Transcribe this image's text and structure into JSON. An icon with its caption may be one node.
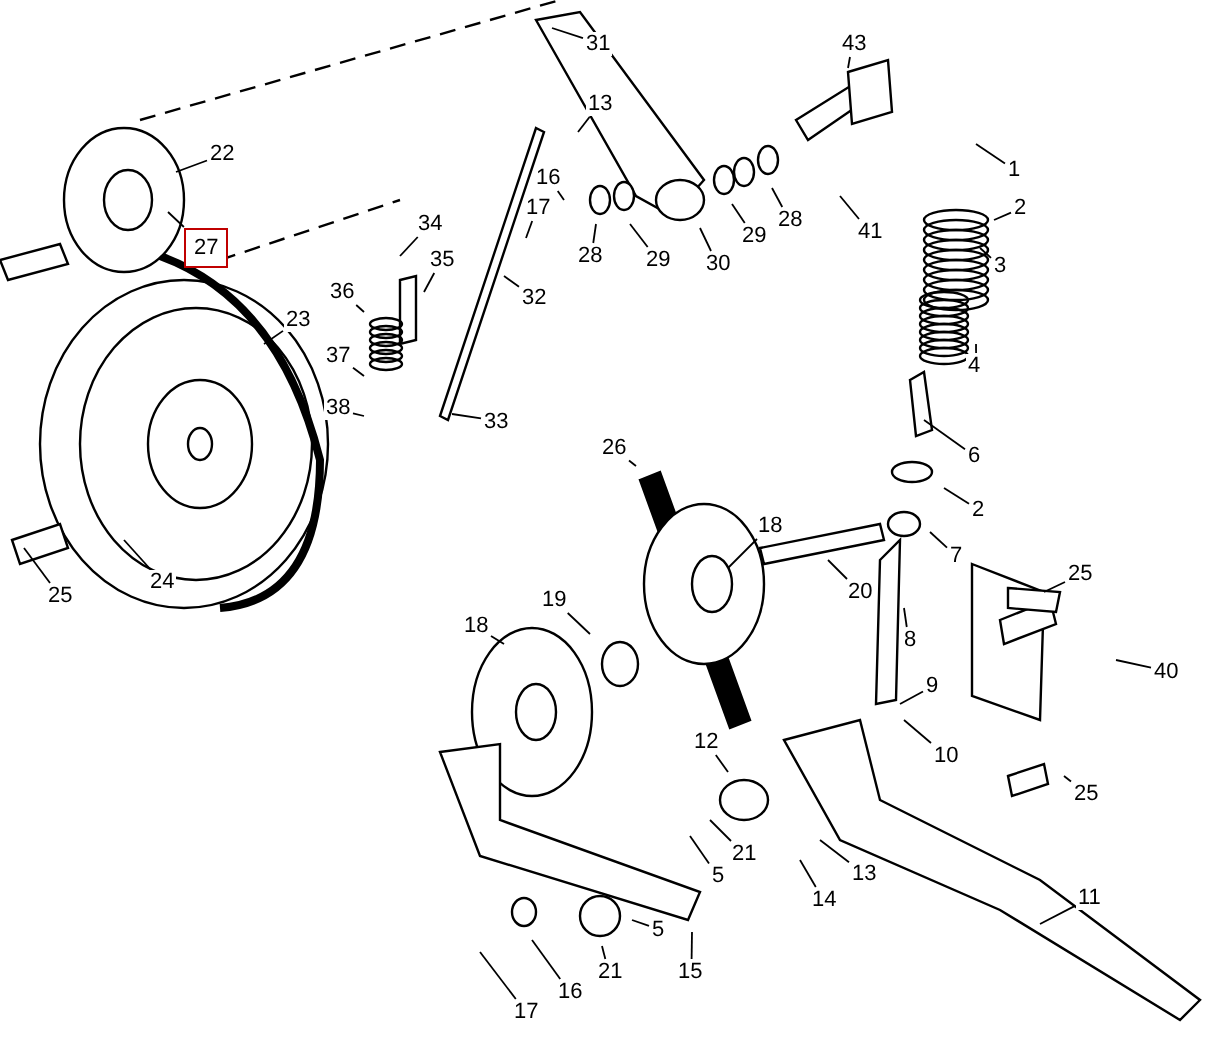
{
  "diagram": {
    "nodes": [
      {
        "text": [
          "31"
        ]
      },
      {
        "text": [
          "43"
        ]
      },
      {
        "text": [
          "13"
        ]
      },
      {
        "text": [
          "22"
        ]
      },
      {
        "text": [
          "1"
        ]
      },
      {
        "text": [
          "16"
        ]
      },
      {
        "text": [
          "2"
        ]
      },
      {
        "text": [
          "17"
        ]
      },
      {
        "text": [
          "28"
        ]
      },
      {
        "text": [
          "29"
        ]
      },
      {
        "text": [
          "34"
        ]
      },
      {
        "text": [
          "41"
        ]
      },
      {
        "text": [
          "29"
        ]
      },
      {
        "text": [
          "30"
        ]
      },
      {
        "text": [
          "27"
        ]
      },
      {
        "text": [
          "28"
        ]
      },
      {
        "text": [
          "3"
        ]
      },
      {
        "text": [
          "35"
        ]
      },
      {
        "text": [
          "32"
        ]
      },
      {
        "text": [
          "23"
        ]
      },
      {
        "text": [
          "36"
        ]
      },
      {
        "text": [
          "37"
        ]
      },
      {
        "text": [
          "4"
        ]
      },
      {
        "text": [
          "38"
        ]
      },
      {
        "text": [
          "33"
        ]
      },
      {
        "text": [
          "6"
        ]
      },
      {
        "text": [
          "26"
        ]
      },
      {
        "text": [
          "2"
        ]
      },
      {
        "text": [
          "18"
        ]
      },
      {
        "text": [
          "7"
        ]
      },
      {
        "text": [
          "25"
        ]
      },
      {
        "text": [
          "25"
        ]
      },
      {
        "text": [
          "24"
        ]
      },
      {
        "text": [
          "20"
        ]
      },
      {
        "text": [
          "18"
        ]
      },
      {
        "text": [
          "19"
        ]
      },
      {
        "text": [
          "8"
        ]
      },
      {
        "text": [
          "40"
        ]
      },
      {
        "text": [
          "9"
        ]
      },
      {
        "text": [
          "12"
        ]
      },
      {
        "text": [
          "10"
        ]
      },
      {
        "text": [
          "25"
        ]
      },
      {
        "text": [
          "21"
        ]
      },
      {
        "text": [
          "5"
        ]
      },
      {
        "text": [
          "13"
        ]
      },
      {
        "text": [
          "14"
        ]
      },
      {
        "text": [
          "11"
        ]
      },
      {
        "text": [
          "5"
        ]
      },
      {
        "text": [
          "21"
        ]
      },
      {
        "text": [
          "15"
        ]
      },
      {
        "text": [
          "16"
        ]
      },
      {
        "text": [
          "17"
        ]
      }
    ],
    "edges": [
      {
        "from": 0,
        "to": null,
        "arrow": "none"
      },
      {
        "from": 1,
        "to": null,
        "arrow": "none"
      },
      {
        "from": 2,
        "to": null,
        "arrow": "none"
      },
      {
        "from": 3,
        "to": null,
        "arrow": "none"
      },
      {
        "from": 4,
        "to": null,
        "arrow": "none"
      },
      {
        "from": 5,
        "to": null,
        "arrow": "none"
      },
      {
        "from": 6,
        "to": null,
        "arrow": "none"
      },
      {
        "from": 7,
        "to": null,
        "arrow": "none"
      },
      {
        "from": 8,
        "to": null,
        "arrow": "none"
      },
      {
        "from": 9,
        "to": null,
        "arrow": "none"
      },
      {
        "from": 10,
        "to": null,
        "arrow": "none"
      },
      {
        "from": 11,
        "to": null,
        "arrow": "none"
      },
      {
        "from": 12,
        "to": null,
        "arrow": "none"
      },
      {
        "from": 13,
        "to": null,
        "arrow": "none"
      },
      {
        "from": 14,
        "to": null,
        "arrow": "none"
      },
      {
        "from": 15,
        "to": null,
        "arrow": "none"
      },
      {
        "from": 16,
        "to": null,
        "arrow": "none"
      },
      {
        "from": 17,
        "to": null,
        "arrow": "none"
      },
      {
        "from": 18,
        "to": null,
        "arrow": "none"
      },
      {
        "from": 19,
        "to": null,
        "arrow": "none"
      },
      {
        "from": 20,
        "to": null,
        "arrow": "none"
      },
      {
        "from": 21,
        "to": null,
        "arrow": "none"
      },
      {
        "from": 22,
        "to": null,
        "arrow": "none"
      },
      {
        "from": 23,
        "to": null,
        "arrow": "none"
      },
      {
        "from": 24,
        "to": null,
        "arrow": "none"
      },
      {
        "from": 25,
        "to": null,
        "arrow": "none"
      },
      {
        "from": 26,
        "to": null,
        "arrow": "none"
      },
      {
        "from": 27,
        "to": null,
        "arrow": "none"
      },
      {
        "from": 28,
        "to": null,
        "arrow": "none"
      },
      {
        "from": 29,
        "to": null,
        "arrow": "none"
      },
      {
        "from": 30,
        "to": null,
        "arrow": "none"
      },
      {
        "from": 31,
        "to": null,
        "arrow": "none"
      },
      {
        "from": 32,
        "to": null,
        "arrow": "none"
      },
      {
        "from": 33,
        "to": null,
        "arrow": "none"
      },
      {
        "from": 34,
        "to": null,
        "arrow": "none"
      },
      {
        "from": 35,
        "to": null,
        "arrow": "none"
      },
      {
        "from": 36,
        "to": null,
        "arrow": "none"
      },
      {
        "from": 37,
        "to": null,
        "arrow": "none"
      },
      {
        "from": 38,
        "to": null,
        "arrow": "none"
      },
      {
        "from": 39,
        "to": null,
        "arrow": "none"
      },
      {
        "from": 40,
        "to": null,
        "arrow": "none"
      },
      {
        "from": 41,
        "to": null,
        "arrow": "none"
      },
      {
        "from": 42,
        "to": null,
        "arrow": "none"
      },
      {
        "from": 43,
        "to": null,
        "arrow": "none"
      },
      {
        "from": 44,
        "to": null,
        "arrow": "none"
      },
      {
        "from": 45,
        "to": null,
        "arrow": "none"
      },
      {
        "from": 46,
        "to": null,
        "arrow": "none"
      },
      {
        "from": 47,
        "to": null,
        "arrow": "none"
      },
      {
        "from": 48,
        "to": null,
        "arrow": "none"
      },
      {
        "from": 49,
        "to": null,
        "arrow": "none"
      },
      {
        "from": 50,
        "to": null,
        "arrow": "none"
      },
      {
        "from": 51,
        "to": null,
        "arrow": "none"
      }
    ]
  }
}
